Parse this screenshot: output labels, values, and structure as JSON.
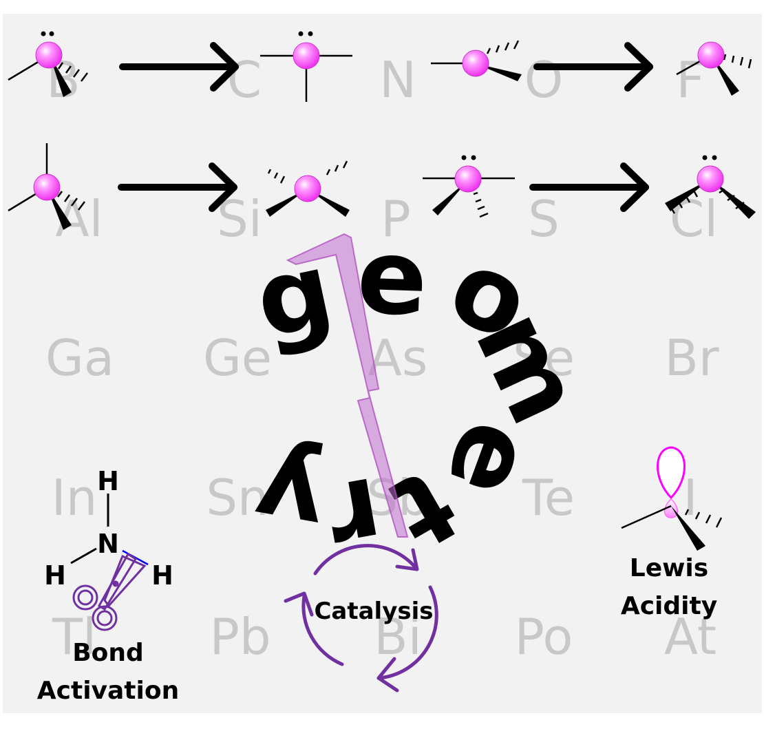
{
  "colors": {
    "panel": "#f2f2f2",
    "element_text": "#c8c8c8",
    "sphere": "#ff66ff",
    "cycle": "#7030a0",
    "bolt": "#c070d0",
    "orbital": "#ff00ff",
    "nh_bond": "#0000ff"
  },
  "elements": {
    "row1": [
      "B",
      "C",
      "N",
      "O",
      "F"
    ],
    "row2": [
      "Al",
      "Si",
      "P",
      "S",
      "Cl"
    ],
    "row3": [
      "Ga",
      "Ge",
      "As",
      "Se",
      "Br"
    ],
    "row4": [
      "In",
      "Sn",
      "Sb",
      "Te",
      "I"
    ],
    "row5": [
      "Tl",
      "Pb",
      "Bi",
      "Po",
      "At"
    ]
  },
  "title": {
    "letters": [
      "g",
      "e",
      "o",
      "m",
      "e",
      "t",
      "r",
      "y"
    ]
  },
  "ammonia": {
    "N": "N",
    "H_top": "H",
    "H_left": "H",
    "H_right": "H"
  },
  "labels": {
    "bond_activation": [
      "Bond",
      "Activation"
    ],
    "catalysis": "Catalysis",
    "lewis_acidity": [
      "Lewis",
      "Acidity"
    ]
  },
  "icons": [
    "scissors-icon",
    "cycle-arrows-icon",
    "lightning-bolt-icon",
    "p-orbital-icon"
  ]
}
